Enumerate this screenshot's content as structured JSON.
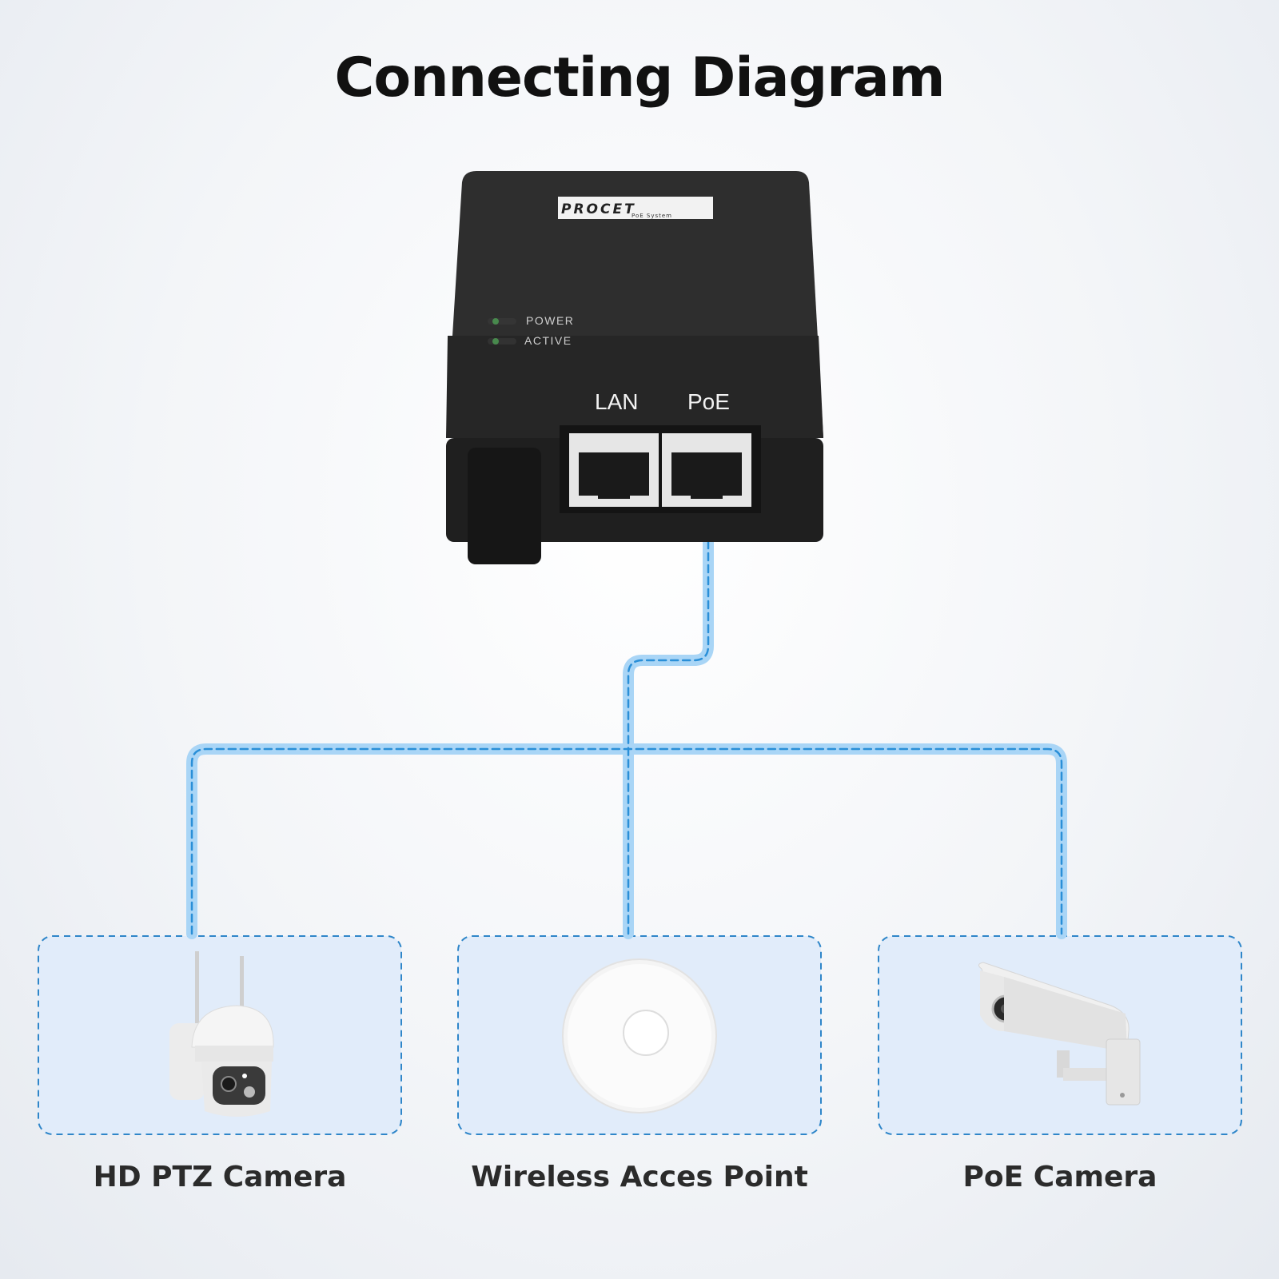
{
  "title": "Connecting Diagram",
  "injector": {
    "brand": "PROCET",
    "brand_sub": "PoE System",
    "leds": [
      "POWER",
      "ACTIVE"
    ],
    "ports": [
      "LAN",
      "PoE"
    ]
  },
  "devices": [
    {
      "label": "HD PTZ Camera",
      "icon": "ptz-camera-icon"
    },
    {
      "label": "Wireless Acces Point",
      "icon": "access-point-icon"
    },
    {
      "label": "PoE Camera",
      "icon": "bullet-camera-icon"
    }
  ],
  "colors": {
    "cable": "#9fd0f5",
    "cable_dash": "#2a8fd8",
    "box_fill": "#e1ecfa",
    "box_border": "#2f86c9",
    "injector": "#2a2a2a"
  }
}
